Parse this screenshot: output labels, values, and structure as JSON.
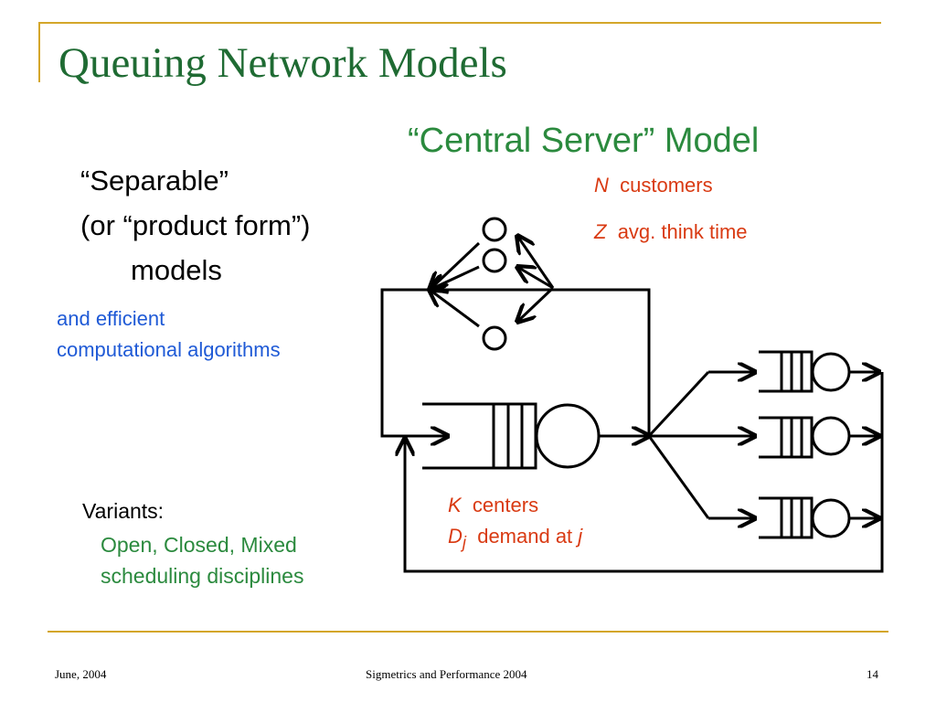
{
  "slide": {
    "title": "Queuing Network Models",
    "subtitle": "“Central Server” Model"
  },
  "left_text": {
    "line1": "“Separable”",
    "line2": "(or “product form”)",
    "line3": "models",
    "blue1": "and efficient",
    "blue2": "computational algorithms"
  },
  "legend_top": {
    "n_sym": "N",
    "n_text": "customers",
    "z_sym": "Z",
    "z_text": "avg. think time"
  },
  "legend_bottom": {
    "k_sym": "K",
    "k_text": "centers",
    "d_sym": "D",
    "d_sub": "j",
    "d_text": "demand at",
    "d_j": "j"
  },
  "variants": {
    "label": "Variants:",
    "item1": "Open, Closed, Mixed",
    "item2": "scheduling disciplines"
  },
  "footer": {
    "left": "June, 2004",
    "center": "Sigmetrics and Performance 2004",
    "right": "14"
  },
  "colors": {
    "title": "#1f6b33",
    "subtitle": "#2b8a3e",
    "blue_text": "#1f5ad6",
    "red_text": "#d93a12",
    "accent_rule": "#d4a62a"
  },
  "icons": [
    "arrow-icon",
    "queue-icon",
    "server-circle-icon"
  ]
}
